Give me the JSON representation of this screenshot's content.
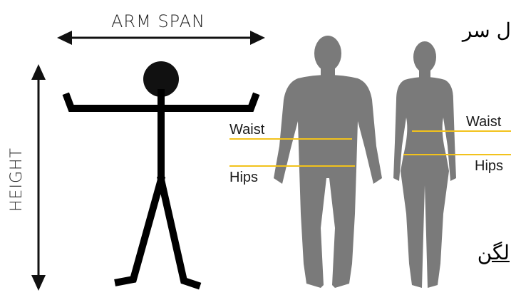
{
  "stick_figure": {
    "arm_span_label": "ARM SPAN",
    "height_label": "HEIGHT"
  },
  "body_silhouettes": {
    "male": {
      "waist_label": "Waist",
      "hips_label": "Hips"
    },
    "female": {
      "waist_label": "Waist",
      "hips_label": "Hips"
    },
    "line_color": "#f2c21c",
    "silhouette_color": "#7a7a7a"
  },
  "overlay_text": {
    "top_right": "ل سر",
    "bottom_right": "لگن"
  }
}
